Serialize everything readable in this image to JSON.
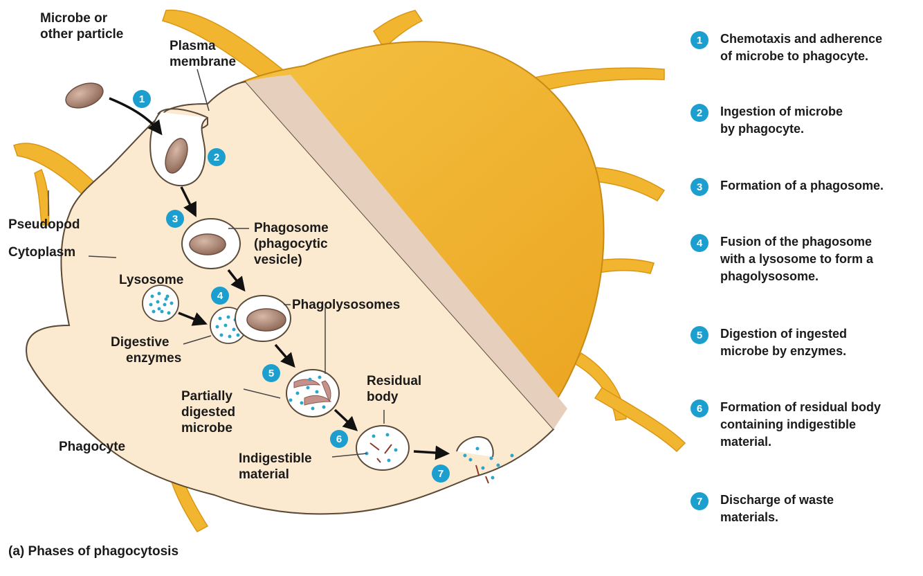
{
  "labels": {
    "microbe": [
      "Microbe or",
      "other particle"
    ],
    "plasma_membrane": [
      "Plasma",
      "membrane"
    ],
    "pseudopod": "Pseudopod",
    "cytoplasm": "Cytoplasm",
    "phagosome": [
      "Phagosome",
      "(phagocytic",
      "vesicle)"
    ],
    "lysosome": "Lysosome",
    "phagolysosomes": "Phagolysosomes",
    "digestive_enzymes": [
      "Digestive",
      "enzymes"
    ],
    "partially_digested": [
      "Partially",
      "digested",
      "microbe"
    ],
    "residual_body": [
      "Residual",
      "body"
    ],
    "indigestible_material": [
      "Indigestible",
      "material"
    ],
    "phagocyte": "Phagocyte"
  },
  "step_numbers": [
    "1",
    "2",
    "3",
    "4",
    "5",
    "6",
    "7"
  ],
  "steps": [
    {
      "num": "1",
      "text": "Chemotaxis and adherence\nof microbe to phagocyte."
    },
    {
      "num": "2",
      "text": "Ingestion of microbe\nby phagocyte."
    },
    {
      "num": "3",
      "text": "Formation of a phagosome."
    },
    {
      "num": "4",
      "text": "Fusion of the phagosome\nwith a lysosome to form a\nphagolysosome."
    },
    {
      "num": "5",
      "text": "Digestion of ingested\nmicrobe by enzymes."
    },
    {
      "num": "6",
      "text": "Formation of residual body\ncontaining indigestible\nmaterial."
    },
    {
      "num": "7",
      "text": "Discharge of waste\nmaterials."
    }
  ],
  "caption": {
    "prefix": "(a)",
    "text": "Phases of phagocytosis"
  },
  "colors": {
    "cell_outer": "#f3b52a",
    "cell_inner": "#fbe9d0",
    "cut_shadow": "#e8d3c2",
    "badge": "#1c9fcf",
    "microbe": "#b08a78",
    "enzyme_dot": "#2aa6cc"
  }
}
